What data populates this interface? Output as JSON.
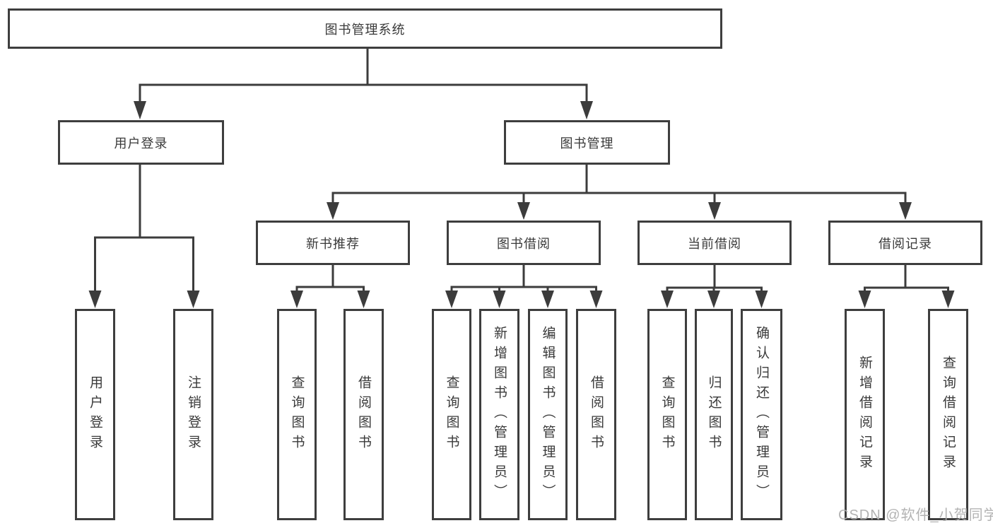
{
  "title": {
    "label": "图书管理系统"
  },
  "level2": [
    {
      "label": "用户登录"
    },
    {
      "label": "图书管理"
    }
  ],
  "level3": [
    {
      "label": "新书推荐"
    },
    {
      "label": "图书借阅"
    },
    {
      "label": "当前借阅"
    },
    {
      "label": "借阅记录"
    }
  ],
  "leaves": [
    {
      "label": "用户登录"
    },
    {
      "label": "注销登录"
    },
    {
      "label": "查询图书"
    },
    {
      "label": "借阅图书"
    },
    {
      "label": "查询图书"
    },
    {
      "label": "新增图书（管理员）"
    },
    {
      "label": "编辑图书（管理员）"
    },
    {
      "label": "借阅图书"
    },
    {
      "label": "查询图书"
    },
    {
      "label": "归还图书"
    },
    {
      "label": "确认归还（管理员）"
    },
    {
      "label": "新增借阅记录"
    },
    {
      "label": "查询借阅记录"
    }
  ],
  "watermark": "CSDN @软件_小贺同学",
  "colors": {
    "line": "#3c3c3c",
    "text": "#3a3a3a",
    "watermark": "#acacac"
  }
}
